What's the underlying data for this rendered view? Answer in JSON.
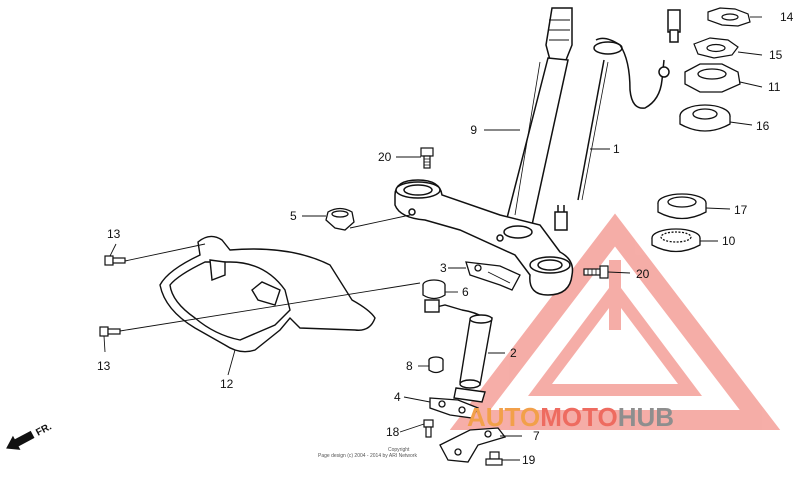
{
  "callouts": {
    "c1": "1",
    "c2": "2",
    "c3": "3",
    "c4": "4",
    "c5": "5",
    "c6": "6",
    "c7": "7",
    "c8": "8",
    "c9": "9",
    "c10": "10",
    "c11": "11",
    "c12": "12",
    "c13a": "13",
    "c13b": "13",
    "c14": "14",
    "c15": "15",
    "c16": "16",
    "c17": "17",
    "c18": "18",
    "c19": "19",
    "c20a": "20",
    "c20b": "20"
  },
  "direction": {
    "label": "FR."
  },
  "copyright": {
    "line1": "Copyright",
    "line2": "Page design (c) 2004 - 2014 by ARI Network"
  },
  "watermark": {
    "part1": "AUTO",
    "part2": "MOTO",
    "part3": "HUB",
    "colors": {
      "auto": "#f2a04a",
      "moto": "#ee6b60",
      "hub": "#8e8e8e"
    }
  }
}
